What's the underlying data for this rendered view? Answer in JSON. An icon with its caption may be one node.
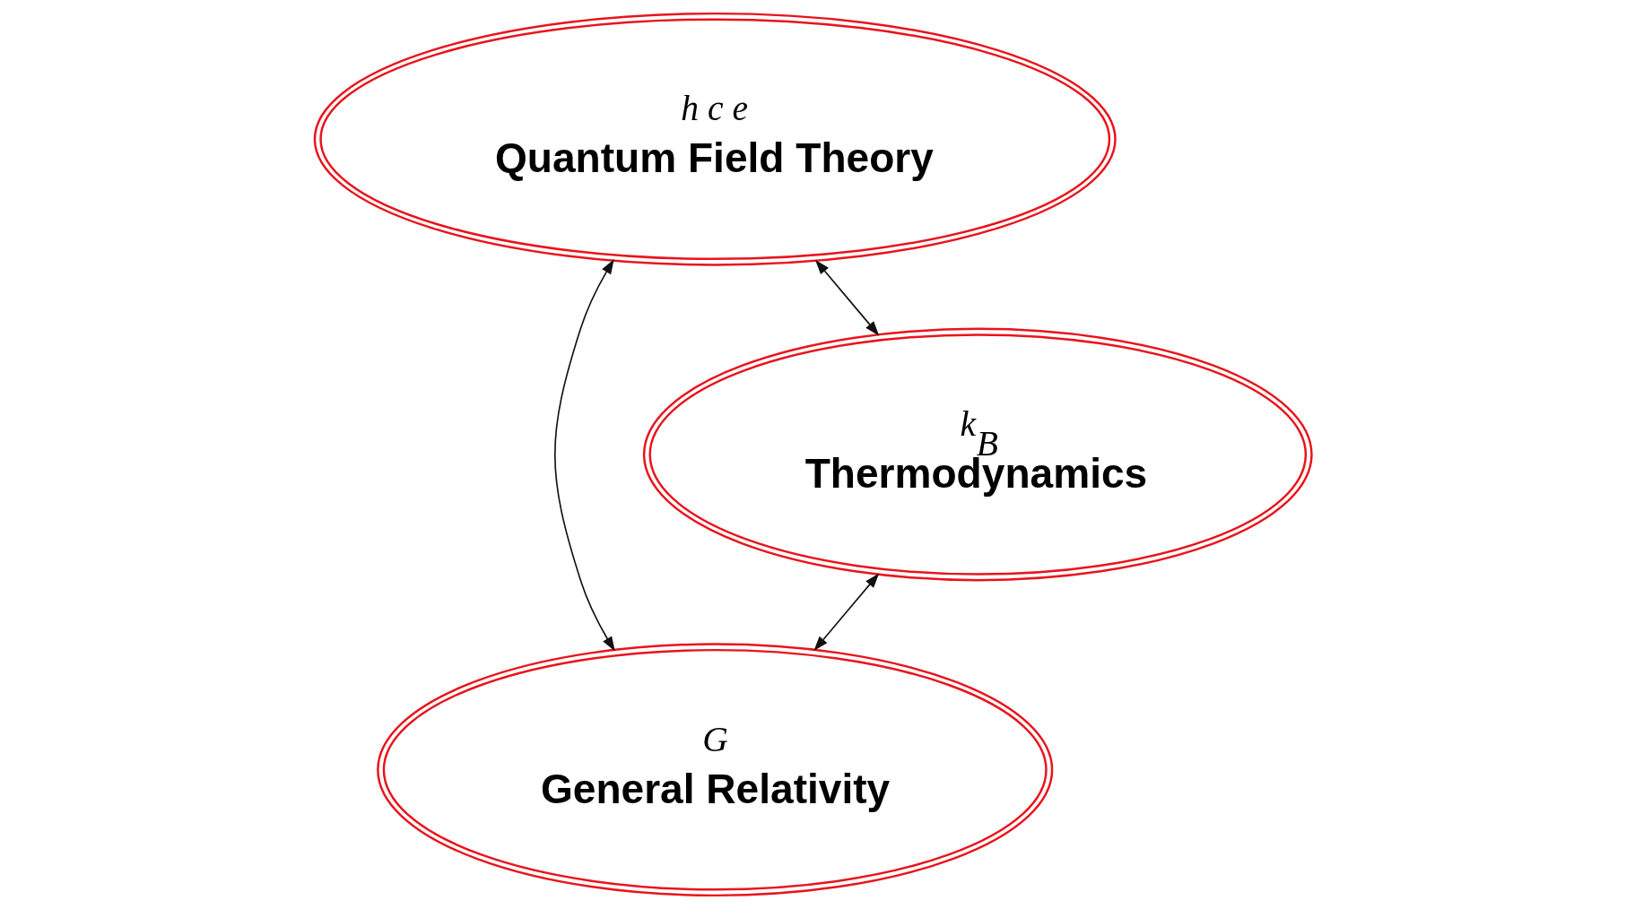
{
  "diagram": {
    "nodes": [
      {
        "text": [
          "h c e",
          "Quantum Field Theory"
        ]
      },
      {
        "text": [
          "G",
          "General Relativity"
        ]
      },
      {
        "text": [
          "k$_{B}$",
          "Thermodynamics"
        ]
      }
    ],
    "edges": [
      {
        "from": 0,
        "to": 1,
        "arrow": "both"
      },
      {
        "from": 0,
        "to": 2,
        "arrow": "both"
      },
      {
        "from": 2,
        "to": 1,
        "arrow": "both"
      }
    ]
  }
}
